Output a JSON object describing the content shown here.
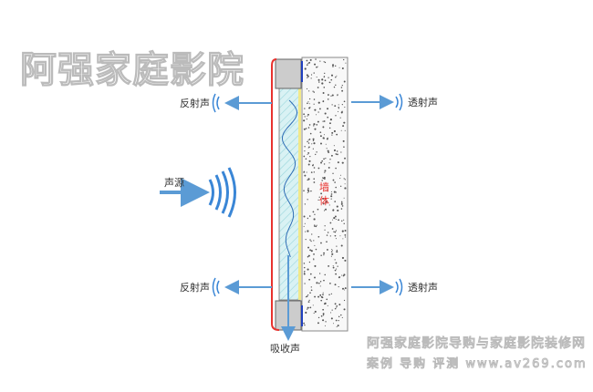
{
  "labels": {
    "reflected_top": "反射声",
    "reflected_bottom": "反射声",
    "transmitted_top": "透射声",
    "transmitted_bottom": "透射声",
    "source": "声源",
    "absorbed": "吸收声",
    "wall": "墙体"
  },
  "watermark": {
    "top_left": "阿强家庭影院",
    "bottom_line1": "阿强家庭影院导购与家庭影院装修网",
    "bottom_line2": "案例 导购 评测 www.av269.com"
  },
  "colors": {
    "arrow": "#5b9bd5",
    "red": "#e8322e",
    "panel": "#d6f1f3",
    "wall": "#f8f8f8"
  }
}
